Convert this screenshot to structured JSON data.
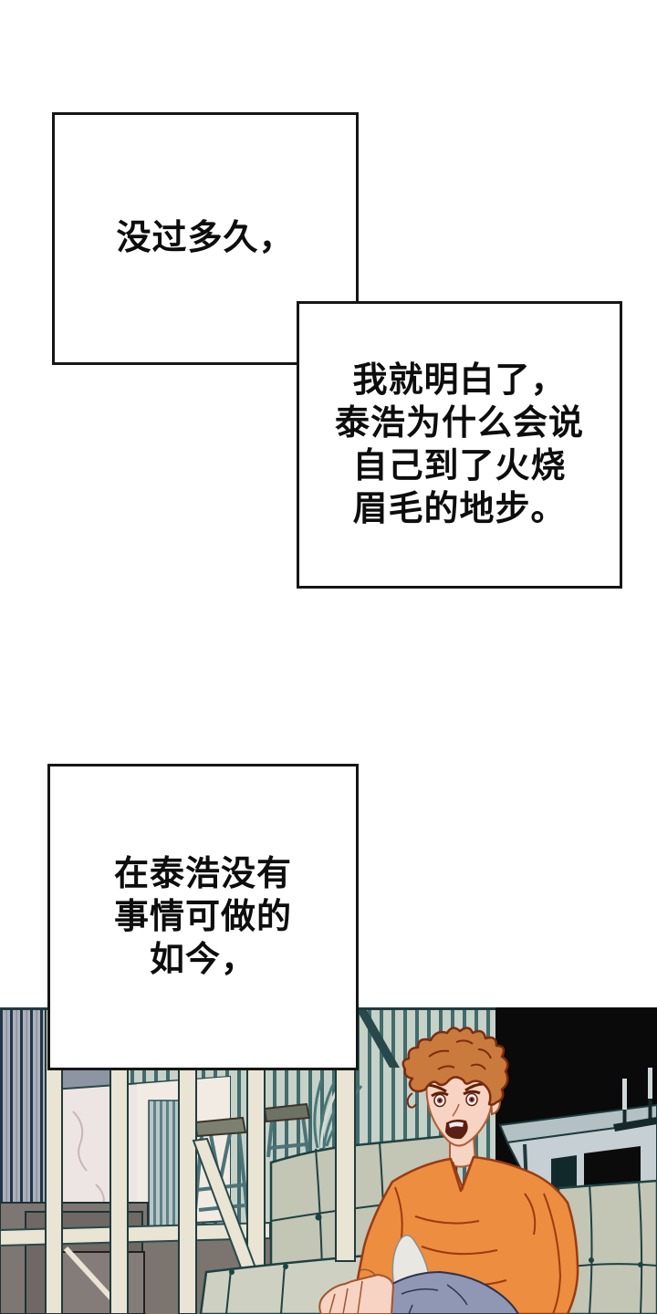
{
  "narration": {
    "panel1": {
      "lines": [
        "没过多久，"
      ]
    },
    "panel2": {
      "lines": [
        "我就明白了，",
        "泰浩为什么会说",
        "自己到了火烧",
        "眉毛的地步。"
      ]
    },
    "panel3": {
      "lines": [
        "在泰浩没有",
        "事情可做的",
        "如今，"
      ]
    }
  },
  "palette": {
    "panel_border": "#161616",
    "text": "#0d0d0d",
    "wall_stripe_light": "#c6d1c8",
    "wall_stripe_dark": "#426b6c",
    "left_slats_light": "#abb1bb",
    "left_slats_dark": "#243448",
    "post_cream": "#e9e4d3",
    "marble": "#ede5e4",
    "lower_panel": "#6f6864",
    "bench_back": "#c3c5b5",
    "bench_seat": "#ced1c1",
    "scene_outline": "#1d4243",
    "table_top": "#b3c1c5",
    "table_panel": "#c6cfd3",
    "window_black": "#0a0a0a",
    "shirt_orange": "#ed8d3f",
    "hair_orange": "#ca7a3d",
    "skin": "#f6d3c2",
    "pants_blue": "#9097b5"
  }
}
